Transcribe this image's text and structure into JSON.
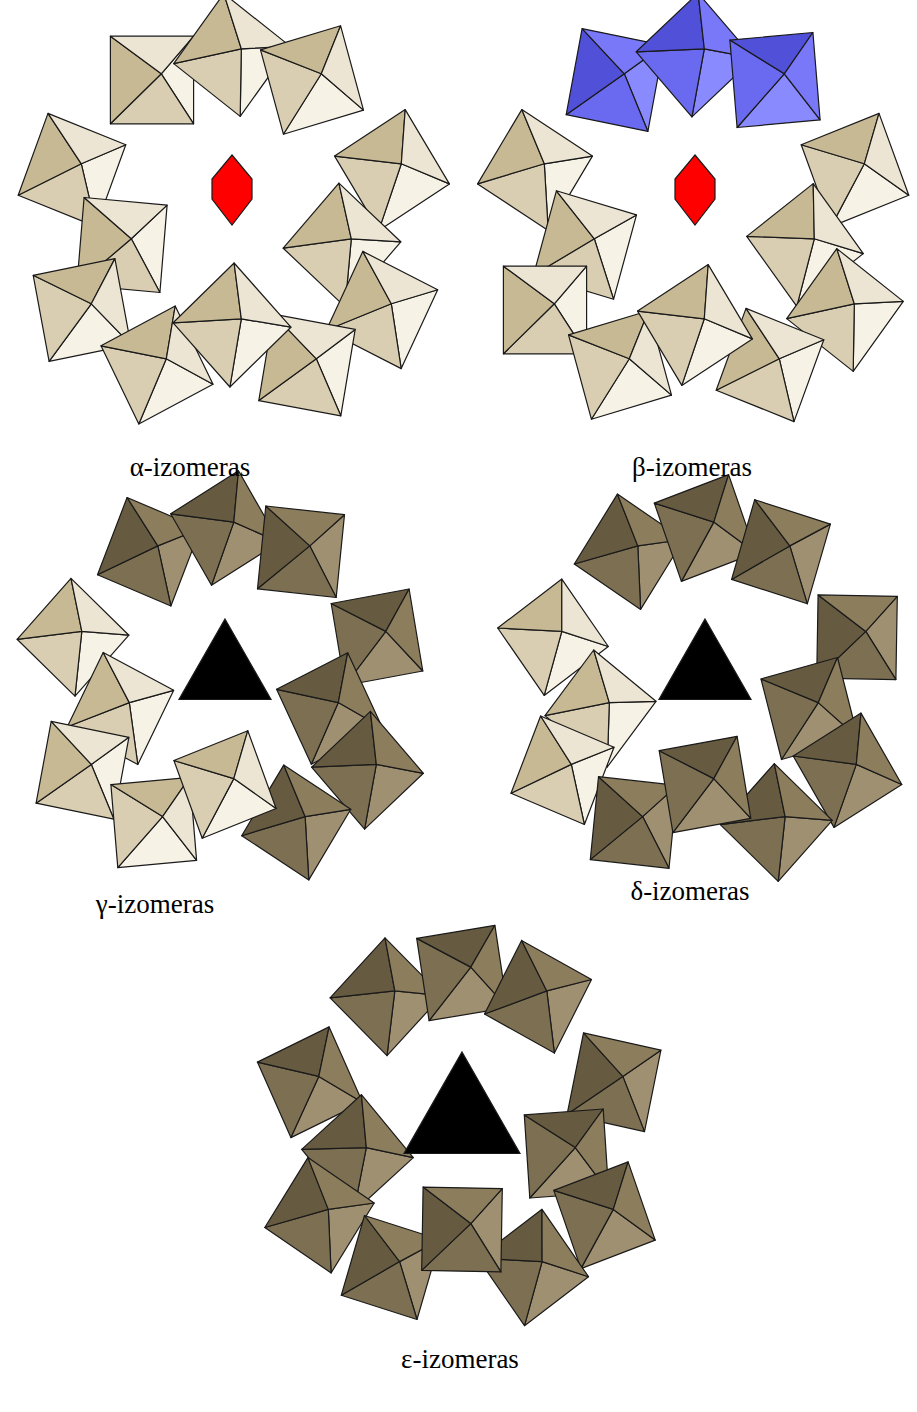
{
  "diagram": {
    "labels": [
      "α-izomeras",
      "β-izomeras",
      "γ-izomeras",
      "δ-izomeras",
      "ε-izomeras"
    ]
  }
}
